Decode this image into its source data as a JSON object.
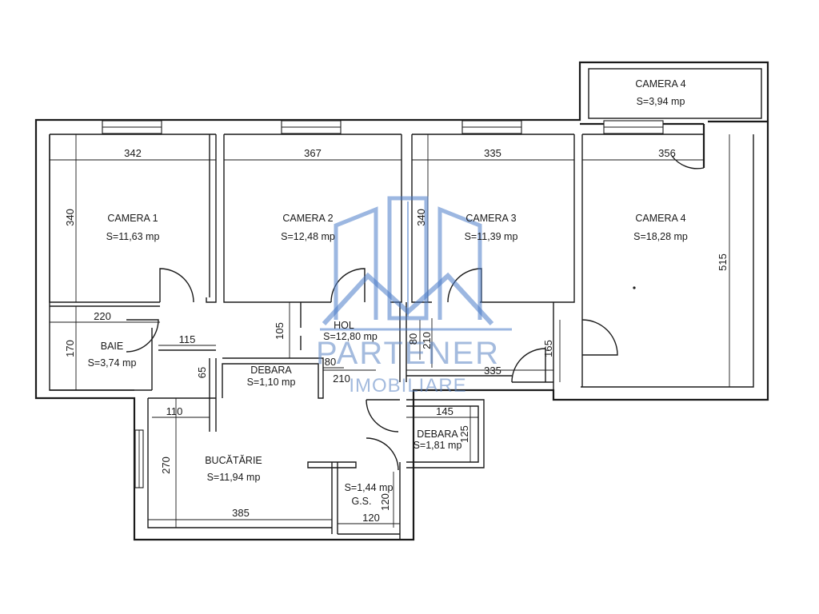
{
  "rooms": {
    "camera1": {
      "name": "CAMERA 1",
      "area": "S=11,63 mp"
    },
    "camera2": {
      "name": "CAMERA 2",
      "area": "S=12,48 mp"
    },
    "camera3": {
      "name": "CAMERA 3",
      "area": "S=11,39 mp"
    },
    "camera4": {
      "name": "CAMERA 4",
      "area": "S=18,28 mp"
    },
    "camera4_balcony": {
      "name": "CAMERA 4",
      "area": "S=3,94 mp"
    },
    "hol": {
      "name": "HOL",
      "area": "S=12,80 mp"
    },
    "baie": {
      "name": "BAIE",
      "area": "S=3,74 mp"
    },
    "debara1": {
      "name": "DEBARA",
      "area": "S=1,10 mp"
    },
    "debara2": {
      "name": "DEBARA",
      "area": "S=1,81 mp"
    },
    "bucatarie": {
      "name": "BUCĂTĂRIE",
      "area": "S=11,94 mp"
    },
    "gs": {
      "name": "G.S.",
      "area": "S=1,44 mp"
    }
  },
  "dimensions": {
    "c1_width": "342",
    "c1_height": "340",
    "c2_width": "367",
    "c3_width": "335",
    "c3_height": "340",
    "c4_width": "356",
    "c4_height": "515",
    "baie_width": "220",
    "baie_height": "170",
    "corridor_115": "115",
    "hol_105": "105",
    "deb1_65": "65",
    "hol_80a": "80",
    "hol_210a": "210",
    "hol_80b": "80",
    "hol_210b": "210",
    "hol_335": "335",
    "hol_165": "165",
    "buc_110": "110",
    "buc_270": "270",
    "buc_385": "385",
    "deb2_145": "145",
    "deb2_125": "125",
    "gs_120h": "120",
    "gs_120w": "120"
  },
  "watermark": {
    "brand": "PARTENER",
    "subtitle": "IMOBILIARE"
  }
}
